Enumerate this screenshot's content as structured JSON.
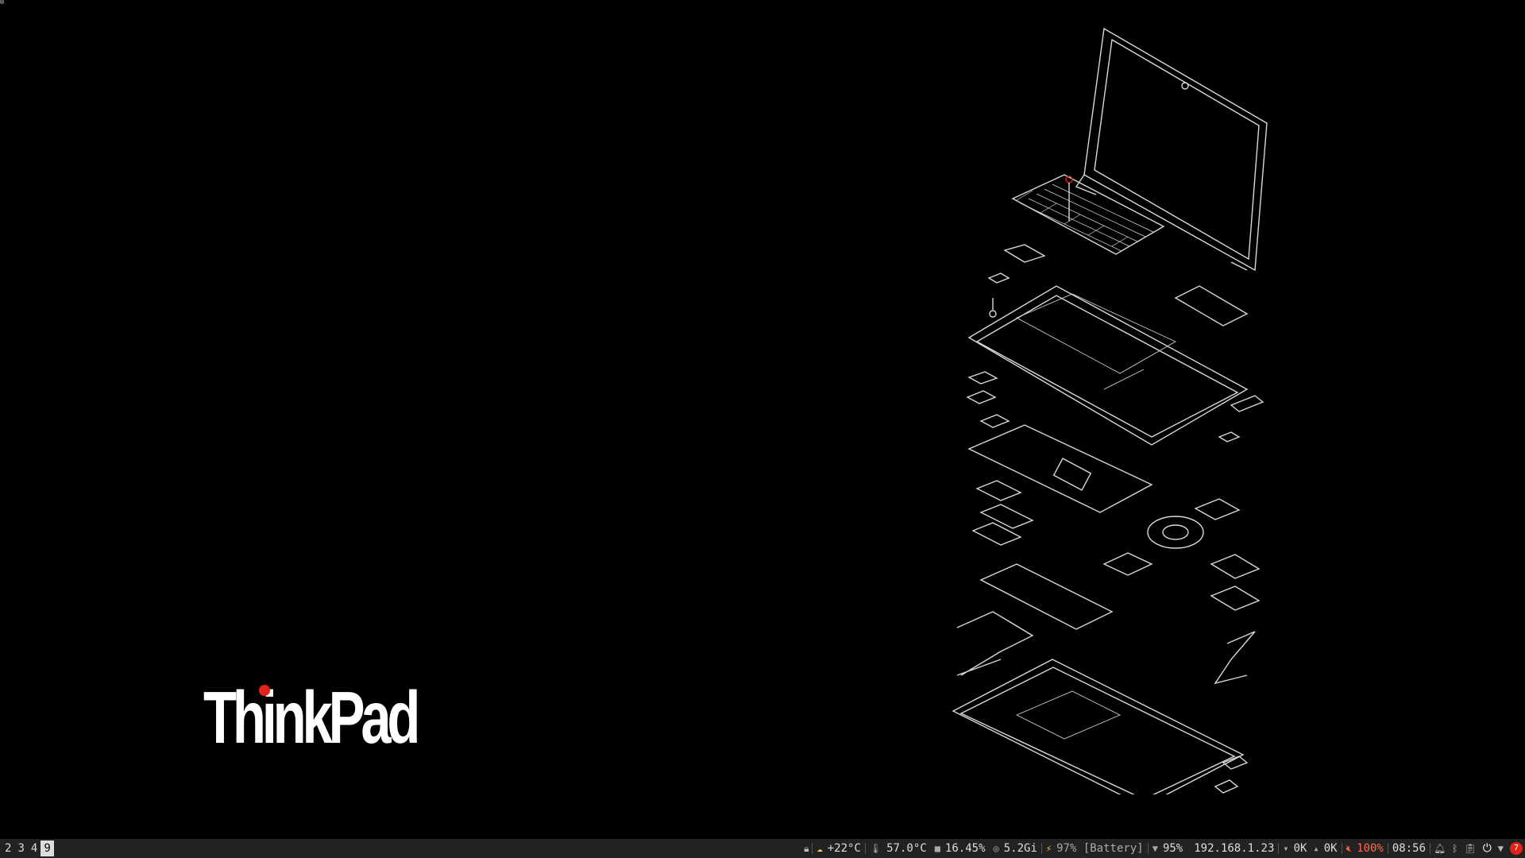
{
  "workspaces": [
    "2",
    "3",
    "4",
    "9"
  ],
  "active_workspace": "9",
  "brand": {
    "logo_text": "ThinkPad",
    "registered_mark": "®",
    "accent_color": "#e2231a"
  },
  "status_bar": {
    "weather": {
      "icon": "weather-cloud-sun-icon",
      "value": "+22°C"
    },
    "cpu_temp": {
      "icon": "thermometer-icon",
      "value": "57.0°C"
    },
    "cpu_usage": {
      "icon": "cpu-chip-icon",
      "value": "16.45%"
    },
    "memory": {
      "icon": "memory-icon",
      "value": "5.2Gi"
    },
    "battery": {
      "icon": "lightning-icon",
      "value": "97% [Battery]"
    },
    "wifi": {
      "icon": "wifi-icon",
      "value": "95%"
    },
    "ip": "192.168.1.23",
    "net_down": {
      "icon": "download-arrow-icon",
      "value": "0K"
    },
    "net_up": {
      "icon": "upload-arrow-icon",
      "value": "0K"
    },
    "volume": {
      "icon": "speaker-muted-icon",
      "value": "100%",
      "color": "#ff6a4c"
    },
    "clock": "08:56",
    "tray_icons": [
      "bell-icon",
      "bluetooth-icon",
      "clipboard-icon",
      "power-icon",
      "wifi-icon",
      "notification-badge-icon"
    ],
    "notification_count": "7",
    "notification_color": "#e2231a"
  }
}
